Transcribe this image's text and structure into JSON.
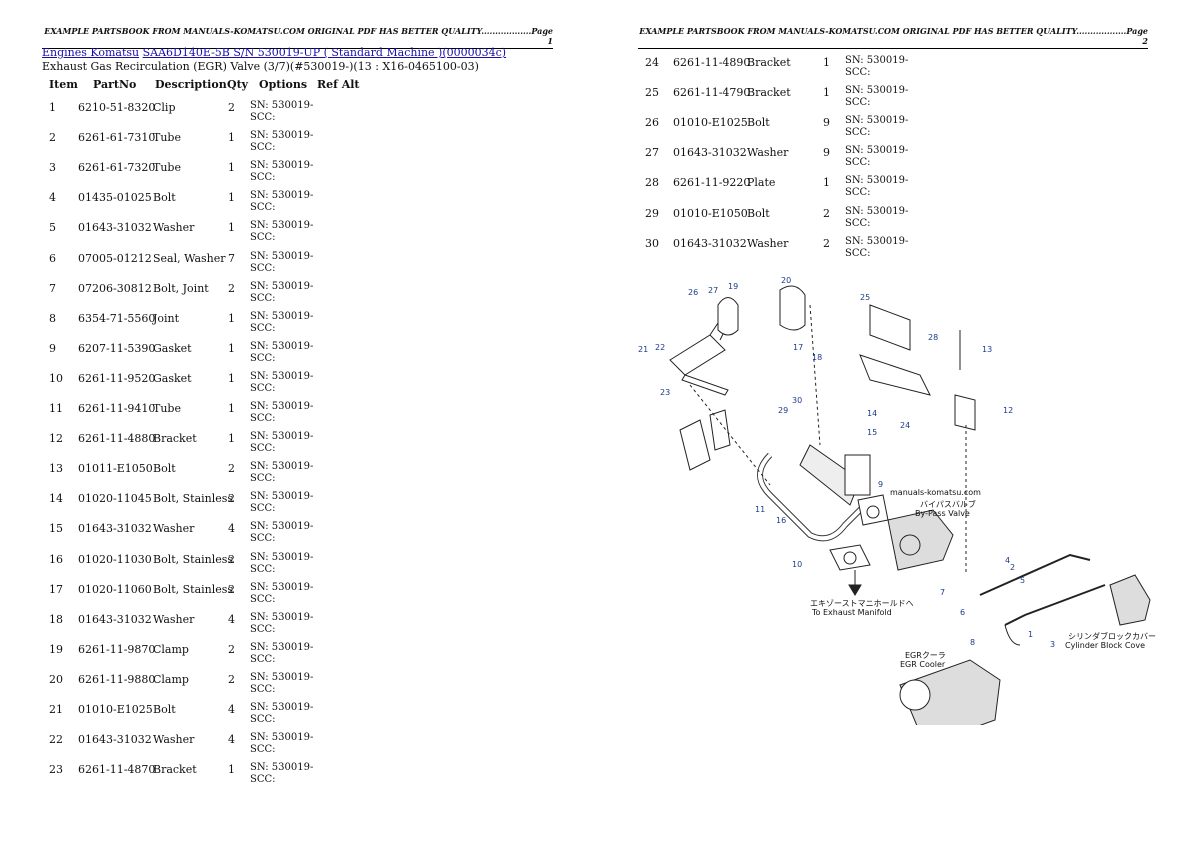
{
  "page1": {
    "header": "EXAMPLE PARTSBOOK FROM MANUALS-KOMATSU.COM ORIGINAL PDF HAS BETTER QUALITY..................Page 1",
    "breadcrumb": {
      "link1": "Engines Komatsu",
      "link2": "SAA6D140E-5B S/N 530019-UP ( Standard Machine )(0000034c)"
    },
    "subtitle": "Exhaust Gas Recirculation (EGR) Valve (3/7)(#530019-)(13 : X16-0465100-03)",
    "columns": [
      "Item",
      "PartNo",
      "Description",
      "Qty",
      "Options",
      "Ref Alt"
    ]
  },
  "page2": {
    "header": "EXAMPLE PARTSBOOK FROM MANUALS-KOMATSU.COM ORIGINAL PDF HAS BETTER QUALITY..................Page 2"
  },
  "parts": [
    {
      "item": "1",
      "partno": "6210-51-8320",
      "desc": "Clip",
      "qty": "2",
      "options": "SN: 530019-SCC:"
    },
    {
      "item": "2",
      "partno": "6261-61-7310",
      "desc": "Tube",
      "qty": "1",
      "options": "SN: 530019-SCC:"
    },
    {
      "item": "3",
      "partno": "6261-61-7320",
      "desc": "Tube",
      "qty": "1",
      "options": "SN: 530019-SCC:"
    },
    {
      "item": "4",
      "partno": "01435-01025",
      "desc": "Bolt",
      "qty": "1",
      "options": "SN: 530019-SCC:"
    },
    {
      "item": "5",
      "partno": "01643-31032",
      "desc": "Washer",
      "qty": "1",
      "options": "SN: 530019-SCC:"
    },
    {
      "item": "6",
      "partno": "07005-01212",
      "desc": "Seal, Washer",
      "qty": "7",
      "options": "SN: 530019-SCC:"
    },
    {
      "item": "7",
      "partno": "07206-30812",
      "desc": "Bolt, Joint",
      "qty": "2",
      "options": "SN: 530019-SCC:"
    },
    {
      "item": "8",
      "partno": "6354-71-5560",
      "desc": "Joint",
      "qty": "1",
      "options": "SN: 530019-SCC:"
    },
    {
      "item": "9",
      "partno": "6207-11-5390",
      "desc": "Gasket",
      "qty": "1",
      "options": "SN: 530019-SCC:"
    },
    {
      "item": "10",
      "partno": "6261-11-9520",
      "desc": "Gasket",
      "qty": "1",
      "options": "SN: 530019-SCC:"
    },
    {
      "item": "11",
      "partno": "6261-11-9410",
      "desc": "Tube",
      "qty": "1",
      "options": "SN: 530019-SCC:"
    },
    {
      "item": "12",
      "partno": "6261-11-4880",
      "desc": "Bracket",
      "qty": "1",
      "options": "SN: 530019-SCC:"
    },
    {
      "item": "13",
      "partno": "01011-E1050",
      "desc": "Bolt",
      "qty": "2",
      "options": "SN: 530019-SCC:"
    },
    {
      "item": "14",
      "partno": "01020-11045",
      "desc": "Bolt, Stainless",
      "qty": "2",
      "options": "SN: 530019-SCC:"
    },
    {
      "item": "15",
      "partno": "01643-31032",
      "desc": "Washer",
      "qty": "4",
      "options": "SN: 530019-SCC:"
    },
    {
      "item": "16",
      "partno": "01020-11030",
      "desc": "Bolt, Stainless",
      "qty": "2",
      "options": "SN: 530019-SCC:"
    },
    {
      "item": "17",
      "partno": "01020-11060",
      "desc": "Bolt, Stainless",
      "qty": "2",
      "options": "SN: 530019-SCC:"
    },
    {
      "item": "18",
      "partno": "01643-31032",
      "desc": "Washer",
      "qty": "4",
      "options": "SN: 530019-SCC:"
    },
    {
      "item": "19",
      "partno": "6261-11-9870",
      "desc": "Clamp",
      "qty": "2",
      "options": "SN: 530019-SCC:"
    },
    {
      "item": "20",
      "partno": "6261-11-9880",
      "desc": "Clamp",
      "qty": "2",
      "options": "SN: 530019-SCC:"
    },
    {
      "item": "21",
      "partno": "01010-E1025",
      "desc": "Bolt",
      "qty": "4",
      "options": "SN: 530019-SCC:"
    },
    {
      "item": "22",
      "partno": "01643-31032",
      "desc": "Washer",
      "qty": "4",
      "options": "SN: 530019-SCC:"
    },
    {
      "item": "23",
      "partno": "6261-11-4870",
      "desc": "Bracket",
      "qty": "1",
      "options": "SN: 530019-SCC:"
    },
    {
      "item": "24",
      "partno": "6261-11-4890",
      "desc": "Bracket",
      "qty": "1",
      "options": "SN: 530019-SCC:"
    },
    {
      "item": "25",
      "partno": "6261-11-4790",
      "desc": "Bracket",
      "qty": "1",
      "options": "SN: 530019-SCC:"
    },
    {
      "item": "26",
      "partno": "01010-E1025",
      "desc": "Bolt",
      "qty": "9",
      "options": "SN: 530019-SCC:"
    },
    {
      "item": "27",
      "partno": "01643-31032",
      "desc": "Washer",
      "qty": "9",
      "options": "SN: 530019-SCC:"
    },
    {
      "item": "28",
      "partno": "6261-11-9220",
      "desc": "Plate",
      "qty": "1",
      "options": "SN: 530019-SCC:"
    },
    {
      "item": "29",
      "partno": "01010-E1050",
      "desc": "Bolt",
      "qty": "2",
      "options": "SN: 530019-SCC:"
    },
    {
      "item": "30",
      "partno": "01643-31032",
      "desc": "Washer",
      "qty": "2",
      "options": "SN: 530019-SCC:"
    }
  ],
  "diagram": {
    "watermark": "manuals-komatsu.com",
    "bypass_jp": "バイパスバルブ",
    "bypass_en": "By-Pass Valve",
    "exhaust_jp": "エキゾーストマニホールドへ",
    "exhaust_en": "To Exhaust Manifold",
    "cylinder_jp": "シリンダブロックカバー",
    "cylinder_en": "Cylinder Block Cove",
    "egr_jp": "EGRクーラ",
    "egr_en": "EGR Cooler",
    "callouts": [
      "1",
      "2",
      "3",
      "4",
      "5",
      "6",
      "7",
      "8",
      "9",
      "10",
      "11",
      "12",
      "13",
      "14",
      "15",
      "16",
      "17",
      "18",
      "19",
      "20",
      "21",
      "22",
      "23",
      "24",
      "25",
      "26",
      "27",
      "28",
      "29",
      "30"
    ]
  }
}
